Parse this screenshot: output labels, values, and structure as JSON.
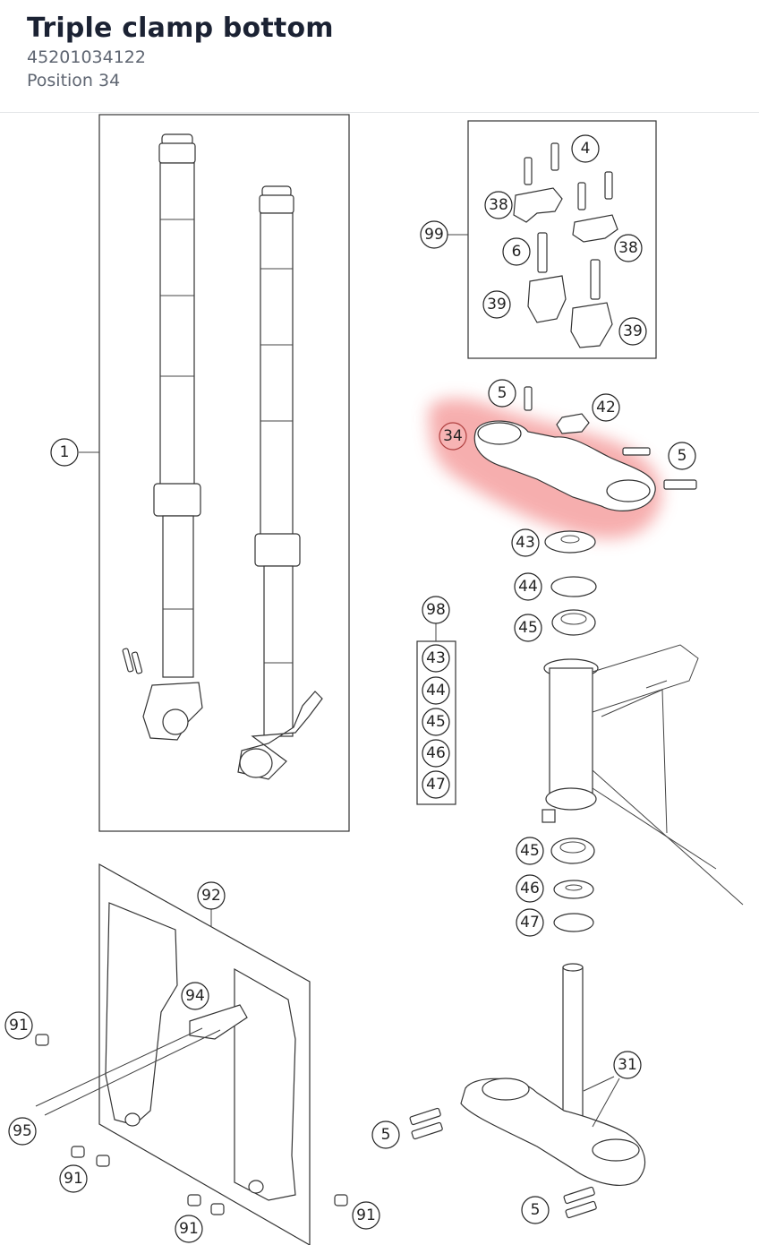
{
  "part": {
    "name": "Triple clamp bottom",
    "number": "45201034122",
    "position": "Position 34"
  },
  "highlight_color": "#f5a0a0",
  "callouts": {
    "c1": "1",
    "c4": "4",
    "c38a": "38",
    "c99": "99",
    "c6": "6",
    "c38b": "38",
    "c39a": "39",
    "c39b": "39",
    "c5a": "5",
    "c42": "42",
    "c34": "34",
    "c5b": "5",
    "c43": "43",
    "c44": "44",
    "c45": "45",
    "c98": "98",
    "k43": "43",
    "k44": "44",
    "k45": "45",
    "k46": "46",
    "k47": "47",
    "c45b": "45",
    "c46": "46",
    "c47": "47",
    "c92": "92",
    "c94": "94",
    "c91a": "91",
    "c95": "95",
    "c91b": "91",
    "c91c": "91",
    "c91d": "91",
    "c31": "31",
    "c5c": "5",
    "c5d": "5"
  }
}
